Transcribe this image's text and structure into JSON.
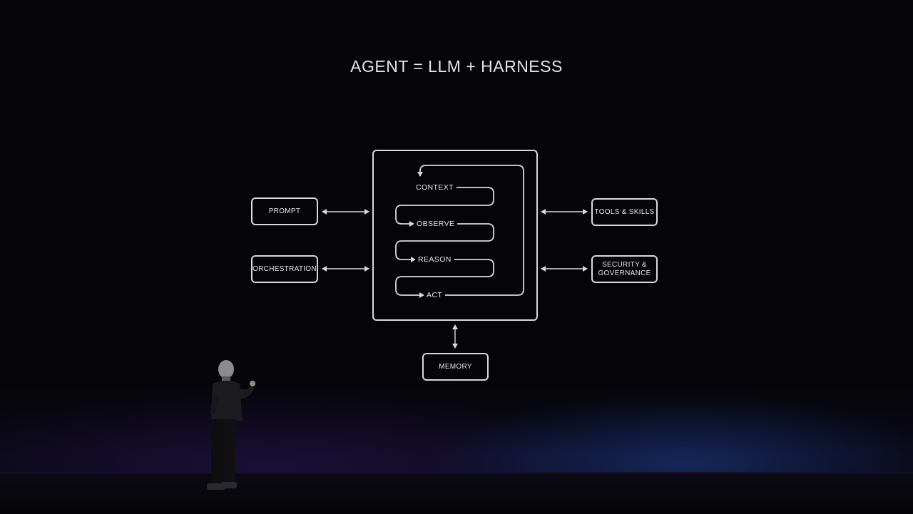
{
  "slide": {
    "title": "AGENT = LLM + HARNESS"
  },
  "loop": {
    "steps": [
      "CONTEXT",
      "OBSERVE",
      "REASON",
      "ACT"
    ]
  },
  "left_boxes": [
    "PROMPT",
    "ORCHESTRATION"
  ],
  "right_boxes": [
    "TOOLS & SKILLS",
    "SECURITY & GOVERNANCE"
  ],
  "bottom_box": "MEMORY",
  "colors": {
    "background": "#050507",
    "line": "#d8d8de",
    "text": "#e6e6ea"
  }
}
